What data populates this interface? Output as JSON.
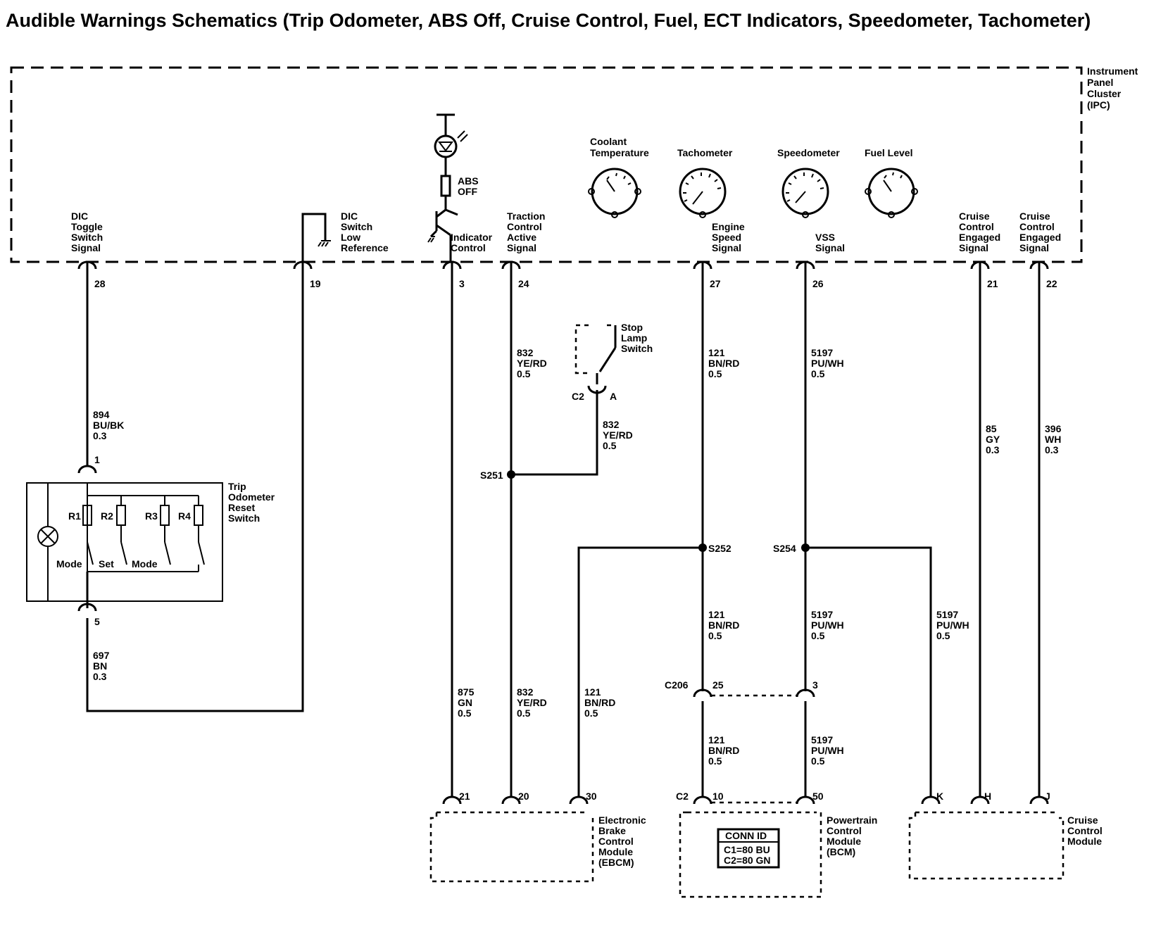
{
  "title": "Audible Warnings Schematics (Trip Odometer, ABS Off, Cruise Control, Fuel, ECT Indicators, Speedometer, Tachometer)",
  "ipc": {
    "lines": [
      "Instrument",
      "Panel",
      "Cluster",
      "(IPC)"
    ]
  },
  "gauges": [
    {
      "id": "coolant",
      "lines": [
        "Coolant",
        "Temperature"
      ]
    },
    {
      "id": "tach",
      "lines": [
        "Tachometer"
      ]
    },
    {
      "id": "speedo",
      "lines": [
        "Speedometer"
      ]
    },
    {
      "id": "fuel",
      "lines": [
        "Fuel Level"
      ]
    }
  ],
  "abs_lamp": {
    "lines": [
      "ABS",
      "OFF"
    ]
  },
  "ipc_signals": [
    {
      "id": "dic-toggle",
      "lines": [
        "DIC",
        "Toggle",
        "Switch",
        "Signal"
      ],
      "pin": "28"
    },
    {
      "id": "dic-low-ref",
      "lines": [
        "DIC",
        "Switch",
        "Low",
        "Reference"
      ],
      "pin": "19"
    },
    {
      "id": "indicator-control",
      "lines": [
        "Indicator",
        "Control"
      ],
      "pin": "3"
    },
    {
      "id": "traction-control",
      "lines": [
        "Traction",
        "Control",
        "Active",
        "Signal"
      ],
      "pin": "24"
    },
    {
      "id": "engine-speed",
      "lines": [
        "Engine",
        "Speed",
        "Signal"
      ],
      "pin": "27"
    },
    {
      "id": "vss",
      "lines": [
        "VSS",
        "Signal"
      ],
      "pin": "26"
    },
    {
      "id": "cruise-engaged-21",
      "lines": [
        "Cruise",
        "Control",
        "Engaged",
        "Signal"
      ],
      "pin": "21"
    },
    {
      "id": "cruise-engaged-22",
      "lines": [
        "Cruise",
        "Control",
        "Engaged",
        "Signal"
      ],
      "pin": "22"
    }
  ],
  "wires": [
    {
      "id": "w894",
      "lines": [
        "894",
        "BU/BK",
        "0.3"
      ]
    },
    {
      "id": "w697",
      "lines": [
        "697",
        "BN",
        "0.3"
      ]
    },
    {
      "id": "w875",
      "lines": [
        "875",
        "GN",
        "0.5"
      ]
    },
    {
      "id": "w832a",
      "lines": [
        "832",
        "YE/RD",
        "0.5"
      ]
    },
    {
      "id": "w832b",
      "lines": [
        "832",
        "YE/RD",
        "0.5"
      ]
    },
    {
      "id": "w832c",
      "lines": [
        "832",
        "YE/RD",
        "0.5"
      ]
    },
    {
      "id": "w121a",
      "lines": [
        "121",
        "BN/RD",
        "0.5"
      ]
    },
    {
      "id": "w121b",
      "lines": [
        "121",
        "BN/RD",
        "0.5"
      ]
    },
    {
      "id": "w121c",
      "lines": [
        "121",
        "BN/RD",
        "0.5"
      ]
    },
    {
      "id": "w121d",
      "lines": [
        "121",
        "BN/RD",
        "0.5"
      ]
    },
    {
      "id": "w5197a",
      "lines": [
        "5197",
        "PU/WH",
        "0.5"
      ]
    },
    {
      "id": "w5197b",
      "lines": [
        "5197",
        "PU/WH",
        "0.5"
      ]
    },
    {
      "id": "w5197c",
      "lines": [
        "5197",
        "PU/WH",
        "0.5"
      ]
    },
    {
      "id": "w5197d",
      "lines": [
        "5197",
        "PU/WH",
        "0.5"
      ]
    },
    {
      "id": "w85",
      "lines": [
        "85",
        "GY",
        "0.3"
      ]
    },
    {
      "id": "w396",
      "lines": [
        "396",
        "WH",
        "0.3"
      ]
    }
  ],
  "splices": [
    "S251",
    "S252",
    "S254"
  ],
  "stop_lamp_switch": {
    "lines": [
      "Stop",
      "Lamp",
      "Switch"
    ],
    "connector": "C2",
    "pin": "A"
  },
  "trip_switch": {
    "lines": [
      "Trip",
      "Odometer",
      "Reset",
      "Switch"
    ],
    "pin_top": "1",
    "pin_bottom": "5",
    "resistors": [
      "R1",
      "R2",
      "R3",
      "R4"
    ],
    "buttons": [
      "Mode",
      "Set",
      "Mode"
    ]
  },
  "c206": {
    "label": "C206",
    "pins": [
      "25",
      "3"
    ]
  },
  "modules": {
    "ebcm": {
      "lines": [
        "Electronic",
        "Brake",
        "Control",
        "Module",
        "(EBCM)"
      ],
      "pins": [
        "21",
        "20",
        "30"
      ]
    },
    "pcm": {
      "lines": [
        "Powertrain",
        "Control",
        "Module",
        "(BCM)"
      ],
      "connector": "C2",
      "pins": [
        "10",
        "50"
      ],
      "conn_id": {
        "header": "CONN ID",
        "rows": [
          "C1=80 BU",
          "C2=80 GN"
        ]
      }
    },
    "ccm": {
      "lines": [
        "Cruise",
        "Control",
        "Module"
      ],
      "pins": [
        "K",
        "H",
        "J"
      ]
    }
  }
}
